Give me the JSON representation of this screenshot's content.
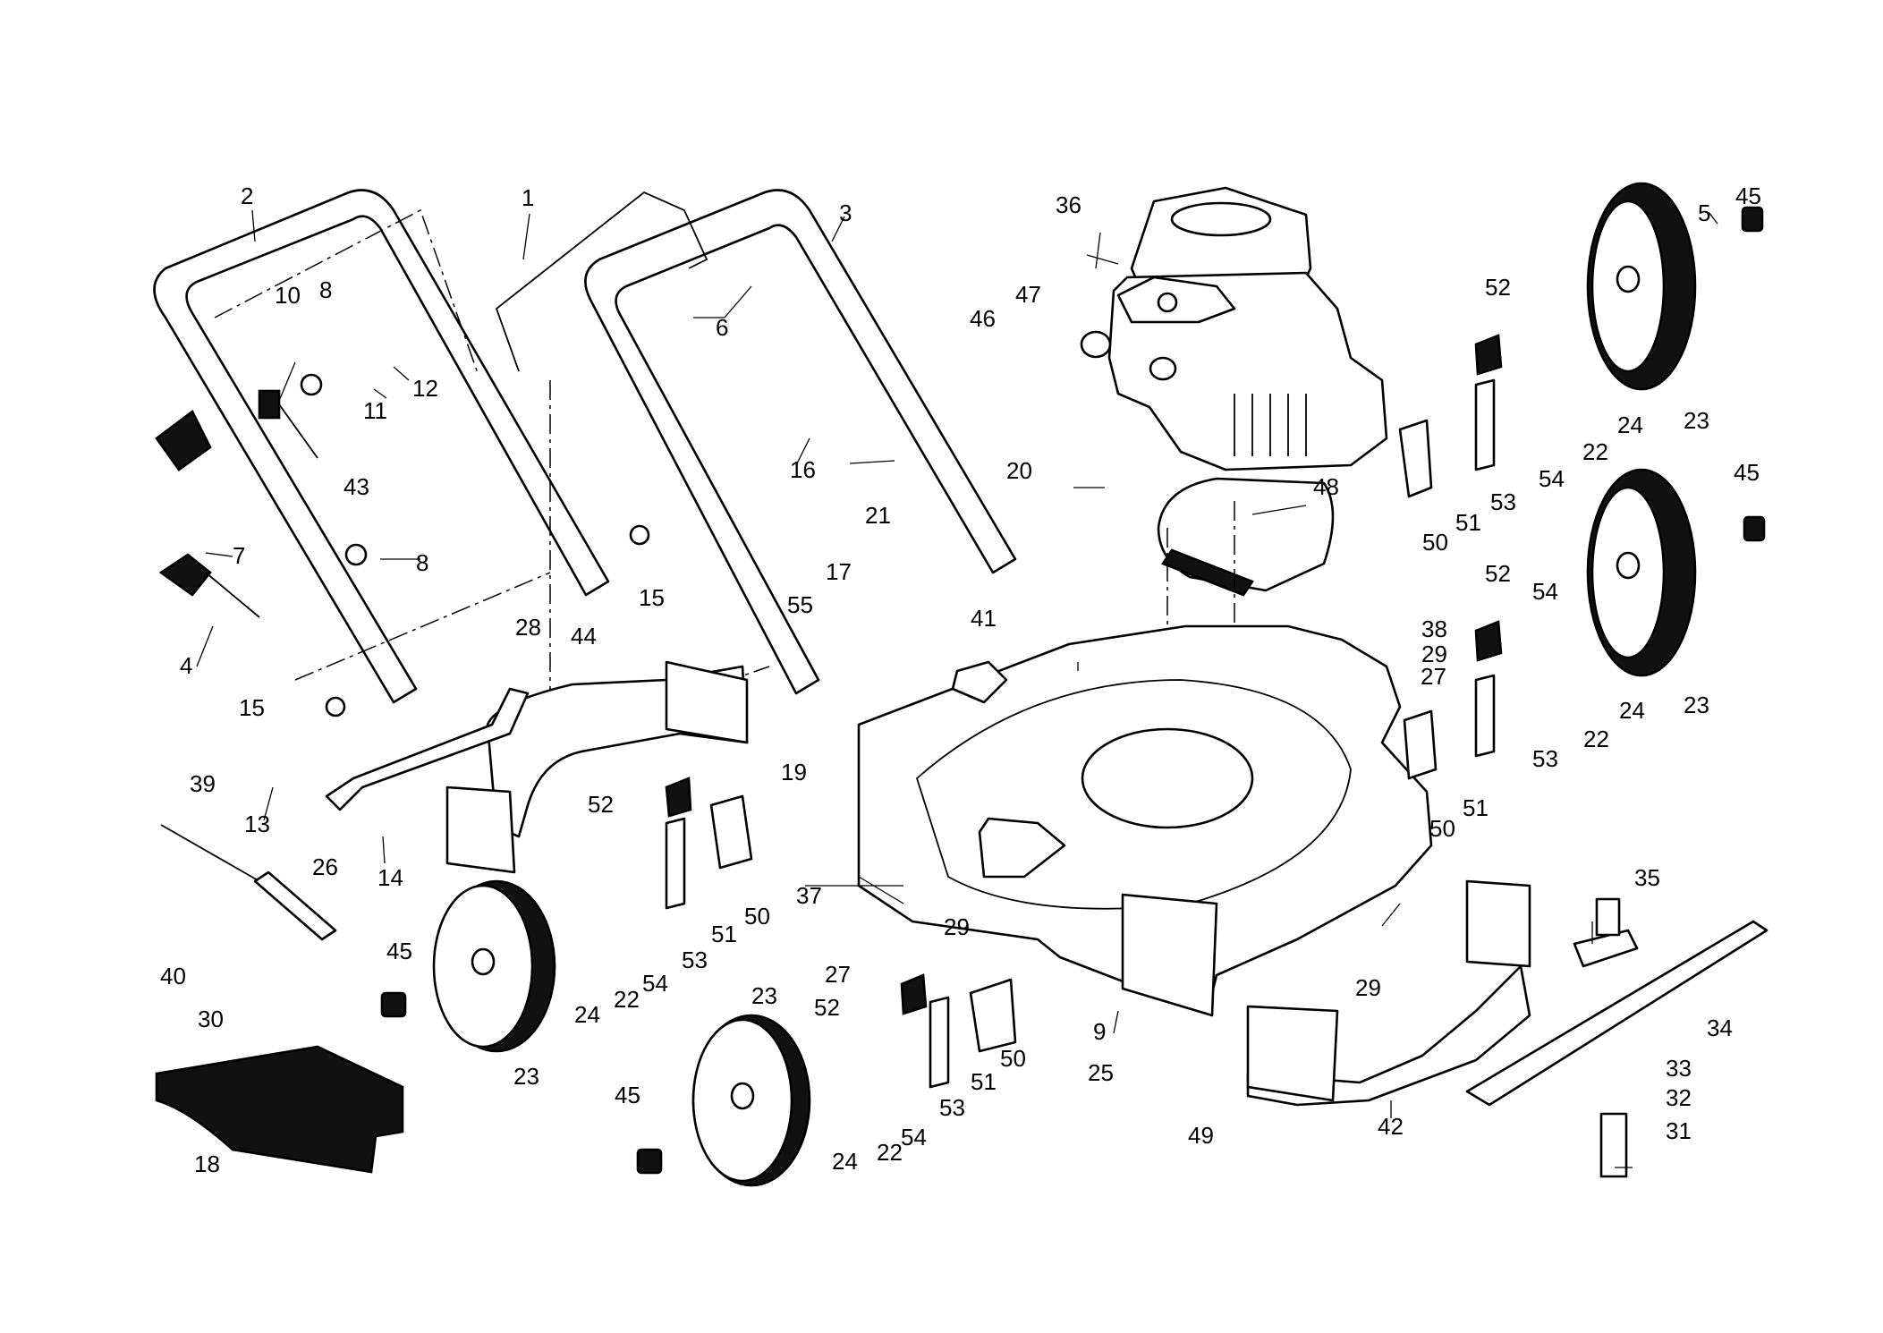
{
  "diagram": {
    "colors": {
      "line": "#000000",
      "background": "#ffffff",
      "fill_dark": "#111111"
    },
    "callouts": [
      "1",
      "2",
      "3",
      "4",
      "5",
      "6",
      "7",
      "8",
      "9",
      "10",
      "11",
      "12",
      "13",
      "14",
      "15",
      "16",
      "17",
      "18",
      "19",
      "20",
      "21",
      "22",
      "23",
      "24",
      "25",
      "26",
      "27",
      "28",
      "29",
      "30",
      "31",
      "32",
      "33",
      "34",
      "35",
      "36",
      "37",
      "38",
      "39",
      "40",
      "41",
      "42",
      "43",
      "44",
      "45",
      "46",
      "47",
      "48",
      "49",
      "50",
      "51",
      "52",
      "53",
      "54",
      "55"
    ]
  }
}
